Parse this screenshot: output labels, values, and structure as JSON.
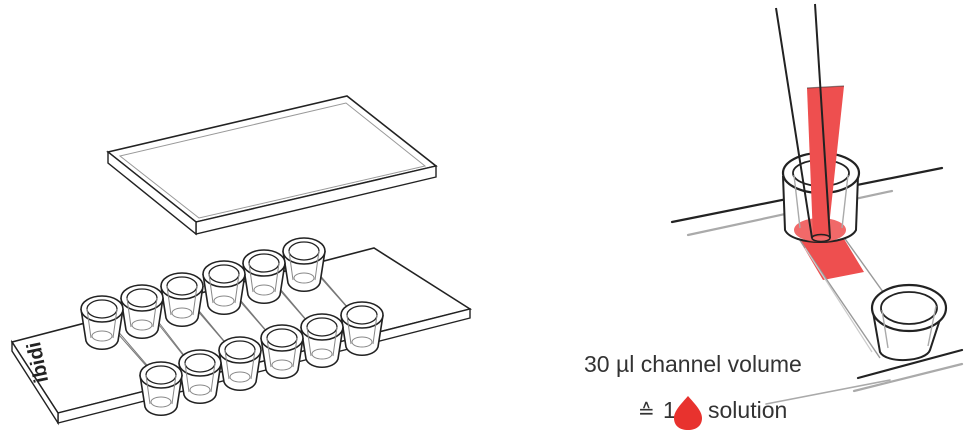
{
  "left_illustration": {
    "brand_text": "ibidi"
  },
  "right_illustration": {
    "volume_label": "30 µl channel volume",
    "equivalence_symbol": "≙",
    "drop_count": "1",
    "solution_label": "solution",
    "liquid_color": "#ee4f4f",
    "drop_color": "#e8322e"
  }
}
